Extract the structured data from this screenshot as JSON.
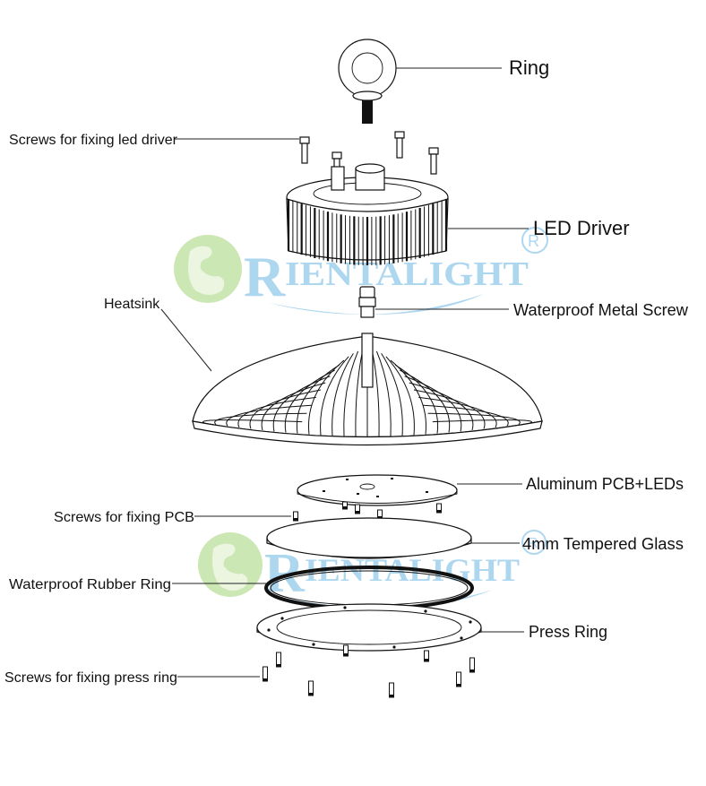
{
  "title": "UFO High Bay Light Exploded View",
  "watermark": {
    "brand_prefix": "R",
    "brand_rest": "IENTALIGHT",
    "registered_mark": "®",
    "globe_color": "#c9e6b0",
    "text_color": "#a9d4ef"
  },
  "labels": {
    "ring": "Ring",
    "screws_led_driver": "Screws for fixing led driver",
    "led_driver": "LED Driver",
    "heatsink": "Heatsink",
    "waterproof_metal_screw": "Waterproof Metal Screw",
    "aluminum_pcb": "Aluminum PCB+LEDs",
    "screws_pcb": "Screws for fixing PCB",
    "tempered_glass": "4mm Tempered Glass",
    "rubber_ring": "Waterproof Rubber Ring",
    "press_ring": "Press Ring",
    "screws_press_ring": "Screws for fixing press ring"
  },
  "parts": [
    {
      "id": "ring",
      "name": "Eye bolt ring"
    },
    {
      "id": "driver-screws",
      "name": "Driver screws",
      "count": 4
    },
    {
      "id": "led-driver",
      "name": "LED Driver"
    },
    {
      "id": "metal-screw",
      "name": "Waterproof metal screw"
    },
    {
      "id": "heatsink",
      "name": "Heatsink"
    },
    {
      "id": "pcb",
      "name": "Aluminum PCB + LEDs"
    },
    {
      "id": "pcb-screws",
      "name": "PCB screws",
      "count": 5
    },
    {
      "id": "glass",
      "name": "4mm tempered glass"
    },
    {
      "id": "rubber-ring",
      "name": "Waterproof rubber ring"
    },
    {
      "id": "press-ring",
      "name": "Press ring"
    },
    {
      "id": "press-ring-screws",
      "name": "Press ring screws",
      "count": 8
    }
  ]
}
